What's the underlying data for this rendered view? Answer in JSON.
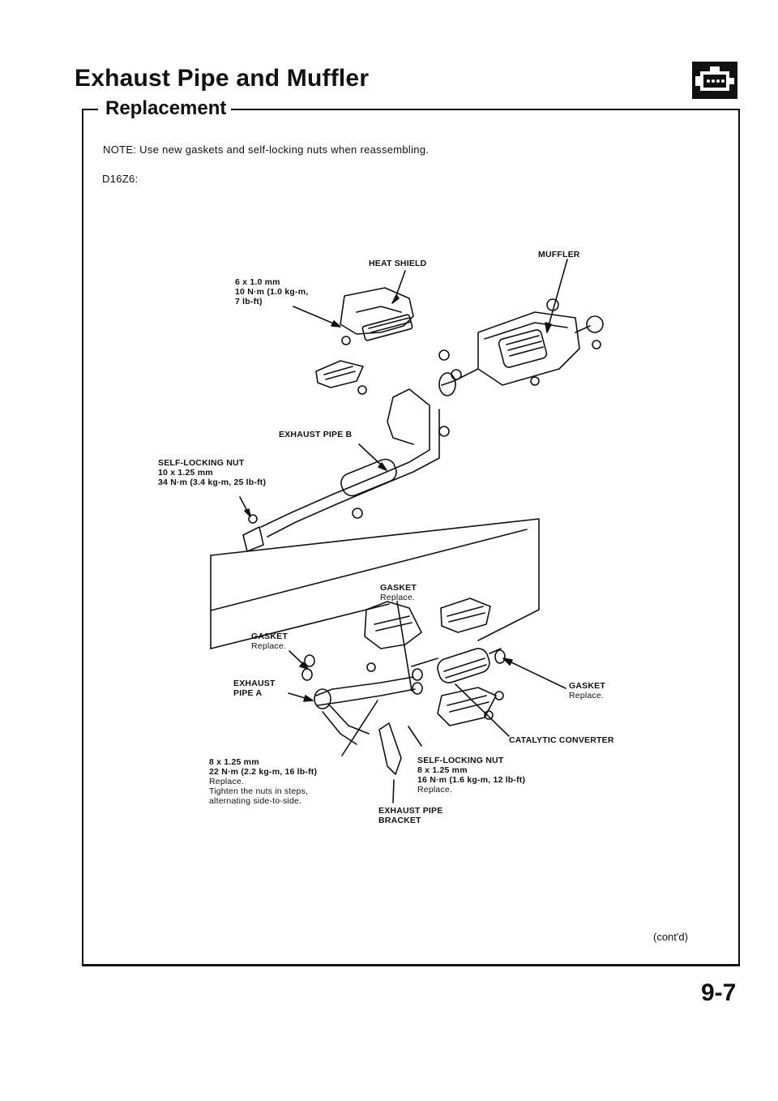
{
  "header": {
    "title": "Exhaust Pipe and Muffler",
    "section": "Replacement",
    "icon": "engine-icon"
  },
  "note": "NOTE:  Use new gaskets and self-locking nuts when reassembling.",
  "engine_code": "D16Z6:",
  "labels": {
    "heat_shield": "HEAT SHIELD",
    "muffler": "MUFFLER",
    "bolt_6": [
      "6 x 1.0 mm",
      "10 N·m (1.0 kg-m,",
      "7 lb-ft)"
    ],
    "exhaust_pipe_b": "EXHAUST PIPE B",
    "self_locking_nut_top": [
      "SELF-LOCKING NUT",
      "10 x 1.25 mm",
      "34 N·m (3.4 kg-m, 25 lb-ft)"
    ],
    "gasket_upper": {
      "name": "GASKET",
      "note": "Replace."
    },
    "gasket_left": {
      "name": "GASKET",
      "note": "Replace."
    },
    "gasket_right": {
      "name": "GASKET",
      "note": "Replace."
    },
    "exhaust_pipe_a": [
      "EXHAUST",
      "PIPE A"
    ],
    "catalytic_converter": "CATALYTIC CONVERTER",
    "bolt_8": {
      "lines": [
        "8 x 1.25 mm",
        "22 N·m (2.2 kg-m, 16 lb-ft)"
      ],
      "notes": [
        "Replace.",
        "Tighten the nuts in steps,",
        "alternating side-to-side."
      ]
    },
    "self_locking_nut_bottom": {
      "lines": [
        "SELF-LOCKING NUT",
        "8 x 1.25 mm",
        "16 N·m (1.6 kg-m, 12 lb-ft)"
      ],
      "notes": [
        "Replace."
      ]
    },
    "bracket": [
      "EXHAUST PIPE",
      "BRACKET"
    ]
  },
  "footer": {
    "continued": "(cont'd)",
    "page_number": "9-7"
  }
}
